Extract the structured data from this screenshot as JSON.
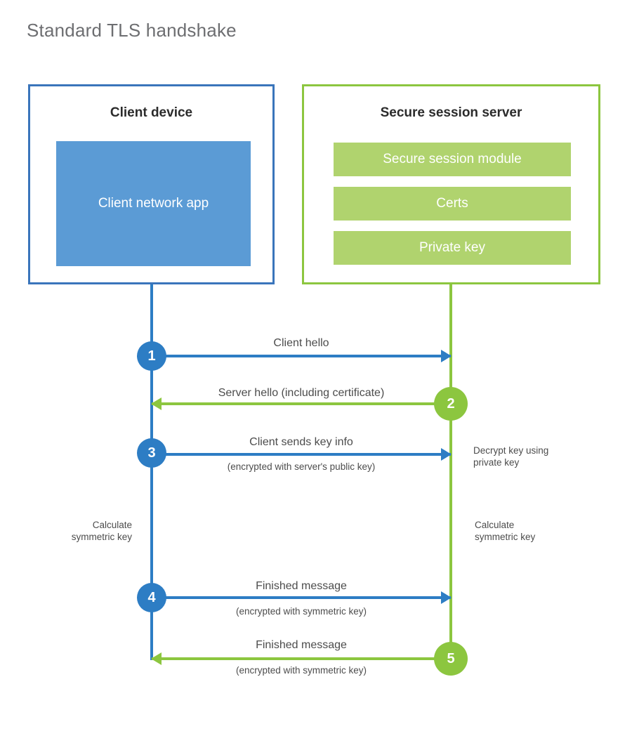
{
  "title": "Standard TLS handshake",
  "colors": {
    "client_border": "#3a75bb",
    "client_fill": "#5b9bd5",
    "client_accent": "#2d7dc4",
    "server_border": "#8cc63f",
    "server_fill": "#b0d36e",
    "server_accent": "#8cc63f",
    "title_text": "#6d6e71",
    "body_text": "#4c4c4c"
  },
  "actors": {
    "client": {
      "title": "Client device",
      "components": [
        "Client network app"
      ]
    },
    "server": {
      "title": "Secure session server",
      "components": [
        "Secure session module",
        "Certs",
        "Private key"
      ]
    }
  },
  "steps": [
    {
      "number": "1",
      "label": "Client hello",
      "sublabel": "",
      "direction": "client-to-server",
      "side": "client"
    },
    {
      "number": "2",
      "label": "Server hello (including certificate)",
      "sublabel": "",
      "direction": "server-to-client",
      "side": "server"
    },
    {
      "number": "3",
      "label": "Client sends key info",
      "sublabel": "(encrypted with server's public key)",
      "direction": "client-to-server",
      "side": "client"
    },
    {
      "number": "4",
      "label": "Finished message",
      "sublabel": "(encrypted with symmetric key)",
      "direction": "client-to-server",
      "side": "client"
    },
    {
      "number": "5",
      "label": "Finished message",
      "sublabel": "(encrypted with symmetric key)",
      "direction": "server-to-client",
      "side": "server"
    }
  ],
  "notes": {
    "decrypt_key": "Decrypt key using\nprivate key",
    "client_calculate": "Calculate\nsymmetric key",
    "server_calculate": "Calculate\nsymmetric key"
  }
}
